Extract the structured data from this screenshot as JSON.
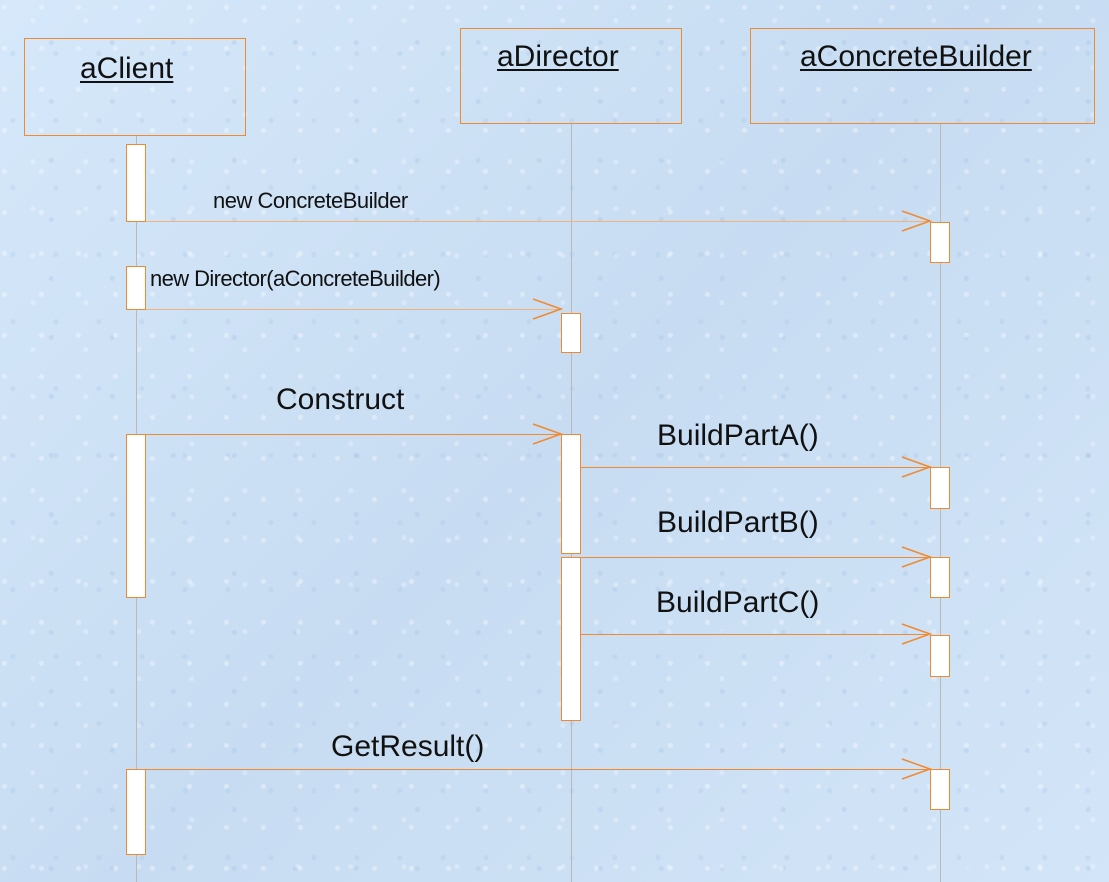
{
  "diagram": {
    "lifelines": [
      {
        "id": "client",
        "name": "aClient"
      },
      {
        "id": "director",
        "name": "aDirector"
      },
      {
        "id": "builder",
        "name": "aConcreteBuilder"
      }
    ],
    "messages": [
      {
        "id": "m1",
        "label": "new ConcreteBuilder",
        "from": "aClient",
        "to": "aConcreteBuilder"
      },
      {
        "id": "m2",
        "label": "new Director(aConcreteBuilder)",
        "from": "aClient",
        "to": "aDirector"
      },
      {
        "id": "m3",
        "label": "Construct",
        "from": "aClient",
        "to": "aDirector"
      },
      {
        "id": "m4",
        "label": "BuildPartA()",
        "from": "aDirector",
        "to": "aConcreteBuilder"
      },
      {
        "id": "m5",
        "label": "BuildPartB()",
        "from": "aDirector",
        "to": "aConcreteBuilder"
      },
      {
        "id": "m6",
        "label": "BuildPartC()",
        "from": "aDirector",
        "to": "aConcreteBuilder"
      },
      {
        "id": "m7",
        "label": "GetResult()",
        "from": "aClient",
        "to": "aConcreteBuilder"
      }
    ],
    "colors": {
      "accent": "#f08a30",
      "lifeline": "#b9b9b9",
      "activation_fill": "#ffffff",
      "background": "#cfe2f6",
      "text": "#111111"
    }
  }
}
